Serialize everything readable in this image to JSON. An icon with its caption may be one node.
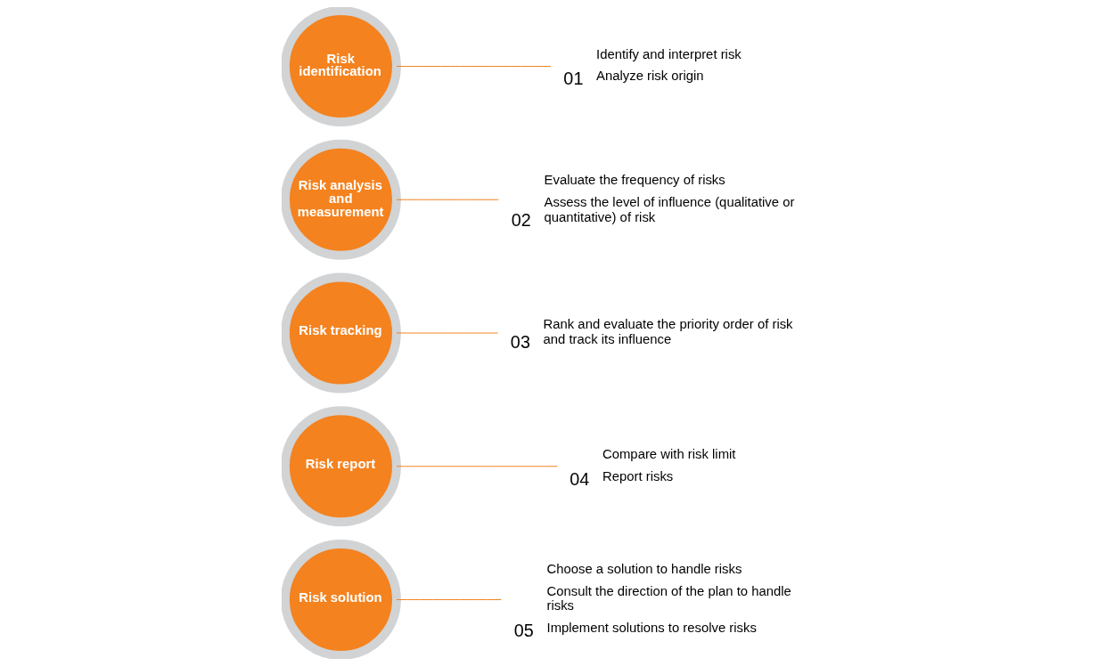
{
  "diagram": {
    "nodes": [
      {
        "text": [
          "Risk identification"
        ]
      },
      {
        "text": [
          "01",
          "Identify and interpret risk",
          "Analyze risk origin"
        ]
      },
      {
        "text": [
          "Risk analysis and measurement"
        ]
      },
      {
        "text": [
          "02",
          "Evaluate the frequency of risks",
          "Assess the level of influence (qualitative or quantitative) of risk"
        ]
      },
      {
        "text": [
          "Risk tracking"
        ]
      },
      {
        "text": [
          "03",
          "Rank and evaluate the priority order of risk and track its influence"
        ]
      },
      {
        "text": [
          "Risk report"
        ]
      },
      {
        "text": [
          "04",
          "Compare with risk limit",
          "Report risks"
        ]
      },
      {
        "text": [
          "Risk solution"
        ]
      },
      {
        "text": [
          "05",
          "Choose a solution to handle risks",
          "Consult the direction of the plan to handle risks",
          "Implement solutions to resolve risks"
        ]
      }
    ],
    "edges": [
      {
        "from": 0,
        "to": 1,
        "arrow": "none"
      },
      {
        "from": 2,
        "to": 3,
        "arrow": "none"
      },
      {
        "from": 4,
        "to": 5,
        "arrow": "none"
      },
      {
        "from": 6,
        "to": 7,
        "arrow": "none"
      },
      {
        "from": 8,
        "to": 9,
        "arrow": "none"
      }
    ]
  }
}
